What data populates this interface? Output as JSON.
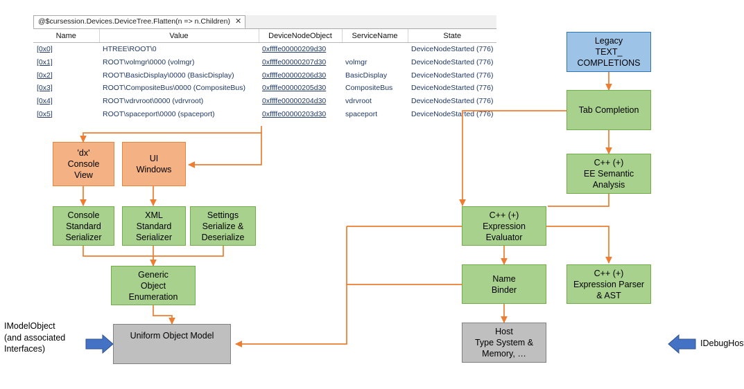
{
  "grid": {
    "tab": {
      "title": "@$cursession.Devices.DeviceTree.Flatten(n => n.Children)",
      "close_glyph": "✕"
    },
    "columns": [
      "Name",
      "Value",
      "DeviceNodeObject",
      "ServiceName",
      "State"
    ],
    "rows": [
      {
        "name": "[0x0]",
        "value": "HTREE\\ROOT\\0",
        "device_node_object": "0xffffe00000209d30",
        "service_name": "",
        "state": "DeviceNodeStarted (776)"
      },
      {
        "name": "[0x1]",
        "value": "ROOT\\volmgr\\0000 (volmgr)",
        "device_node_object": "0xffffe00000207d30",
        "service_name": "volmgr",
        "state": "DeviceNodeStarted (776)"
      },
      {
        "name": "[0x2]",
        "value": "ROOT\\BasicDisplay\\0000 (BasicDisplay)",
        "device_node_object": "0xffffe00000206d30",
        "service_name": "BasicDisplay",
        "state": "DeviceNodeStarted (776)"
      },
      {
        "name": "[0x3]",
        "value": "ROOT\\CompositeBus\\0000 (CompositeBus)",
        "device_node_object": "0xffffe00000205d30",
        "service_name": "CompositeBus",
        "state": "DeviceNodeStarted (776)"
      },
      {
        "name": "[0x4]",
        "value": "ROOT\\vdrvroot\\0000 (vdrvroot)",
        "device_node_object": "0xffffe00000204d30",
        "service_name": "vdrvroot",
        "state": "DeviceNodeStarted (776)"
      },
      {
        "name": "[0x5]",
        "value": "ROOT\\spaceport\\0000 (spaceport)",
        "device_node_object": "0xffffe00000203d30",
        "service_name": "spaceport",
        "state": "DeviceNodeStarted (776)"
      }
    ]
  },
  "diagram": {
    "colors": {
      "orange_fill": "#F4B183",
      "orange_border": "#E8833A",
      "green_fill": "#A9D18E",
      "green_border": "#70AD47",
      "blue_fill": "#9DC3E6",
      "blue_border": "#2E75B6",
      "grey_fill": "#BFBFBF",
      "grey_border": "#808080",
      "connector": "#ED7D31",
      "blue_arrow": "#4472C4"
    },
    "nodes": {
      "dx_console_view": "'dx'\nConsole\nView",
      "ui_windows": "UI\nWindows",
      "console_standard_serializer": "Console\nStandard\nSerializer",
      "xml_standard_serializer": "XML\nStandard\nSerializer",
      "settings_serialize_deserialize": "Settings\nSerialize &\nDeserialize",
      "generic_object_enumeration": "Generic\nObject\nEnumeration",
      "uniform_object_model": "Uniform Object Model",
      "legacy_text_completions": "Legacy\nTEXT_\nCOMPLETIONS",
      "tab_completion": "Tab Completion",
      "cpp_ee_semantic_analysis": "C++ (+)\nEE Semantic\nAnalysis",
      "cpp_expression_evaluator": "C++ (+)\nExpression\nEvaluator",
      "name_binder": "Name\nBinder",
      "cpp_expression_parser_ast": "C++ (+)\nExpression Parser\n& AST",
      "host_type_system_memory": "Host\nType System &\nMemory, …"
    },
    "labels": {
      "imodelobject": "IModelObject\n(and associated\nInterfaces)",
      "idebughost": "IDebugHost*"
    }
  }
}
